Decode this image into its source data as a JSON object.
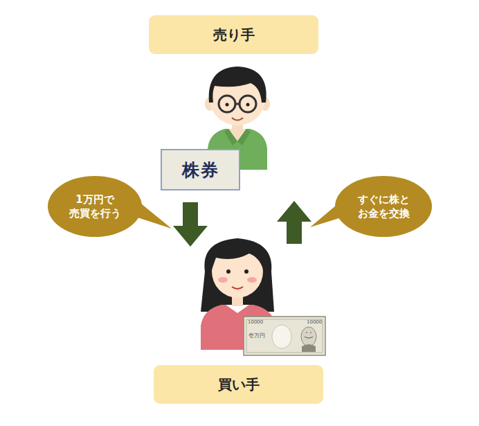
{
  "diagram": {
    "nodes": [
      {
        "text": [
          "売り手"
        ]
      },
      {
        "text": [
          "株券"
        ]
      },
      {
        "text": [
          "1万円で 売買を行う"
        ]
      },
      {
        "text": [
          "すぐに株と お金を交換"
        ]
      },
      {
        "text": [
          "買い手"
        ]
      }
    ],
    "edges": [
      {
        "from": 0,
        "to": 4,
        "arrow": "to"
      },
      {
        "from": 4,
        "to": 0,
        "arrow": "to"
      }
    ],
    "labels": [
      "10000",
      "10000",
      "壱万円"
    ]
  }
}
